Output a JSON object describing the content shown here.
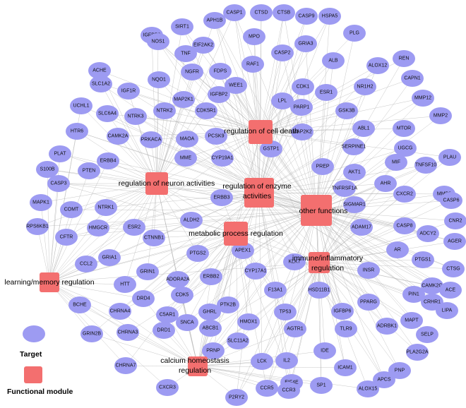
{
  "colors": {
    "target": "#9d9bf2",
    "module": "#f36f6f",
    "edge": "#b4b4b4"
  },
  "legend": {
    "target_label": "Target",
    "module_label": "Functional module"
  },
  "modules": [
    "regulation of cell death",
    "regulation of neuron activities",
    "regulation of enzyme activities",
    "other functions",
    "metabolic process regulation",
    "immune/inflammatory regulation",
    "learning/memory regulation",
    "calcium homeostasis regulation"
  ],
  "targets": [
    "CASP1",
    "CTSD",
    "CTSB",
    "CASP9",
    "HSPA5",
    "SIRT1",
    "APH1B",
    "IGFBP3",
    "EIF2AK2",
    "MPO",
    "GRIA3",
    "PLG",
    "NOS1",
    "TNF",
    "CASP2",
    "ALB",
    "REN",
    "RAF1",
    "ALOX12",
    "ACHE",
    "FDPS",
    "NQO1",
    "NGFR",
    "IGFBP2",
    "WEE1",
    "CDK1",
    "CAPN1",
    "SLC1A2",
    "IGF1R",
    "MAP2K1",
    "LPL",
    "ESR1",
    "NR1H2",
    "MMP12",
    "UCHL1",
    "SLC6A4",
    "NTRK3",
    "NTRK2",
    "CDK5R1",
    "PARP1",
    "GSK3B",
    "MMP2",
    "HTR6",
    "CAMK2A",
    "PRKACA",
    "MAOA",
    "PCSK9",
    "MAP2K2",
    "ABL1",
    "MTOR",
    "MME",
    "CYP19A1",
    "GSTP1",
    "SERPINE1",
    "UGCG",
    "PLAU",
    "PLAT",
    "ERBB4",
    "S100B",
    "PTEN",
    "CASP3",
    "PREP",
    "MIF",
    "TNFSF10",
    "AKT1",
    "AHR",
    "MMP9",
    "MAPK1",
    "COMT",
    "NTRK1",
    "ERBB3",
    "TNFRSF1A",
    "CXCR2",
    "CASP6",
    "RPS6KB1",
    "HMGCR",
    "ESR2",
    "SIGMAR1",
    "CFTR",
    "ALDH2",
    "ADAM17",
    "CASP8",
    "CNR2",
    "CTNNB1",
    "ADCY2",
    "AGER",
    "CCL2",
    "GRIA1",
    "PTGS2",
    "APEX1",
    "KLK7",
    "AR",
    "PTGS1",
    "HTT",
    "GRIN1",
    "ADORA2A",
    "ERBB2",
    "CYP17A1",
    "INSR",
    "CTSG",
    "CAMK2G",
    "PIN1",
    "ACE",
    "F13A1",
    "HSD11B1",
    "DRD4",
    "CDK5",
    "BCHE",
    "CHRNA4",
    "GHRL",
    "SNCA",
    "CRHR1",
    "C5AR1",
    "IGFBP6",
    "PPARG",
    "LIPA",
    "PTK2B",
    "TP53",
    "MAPT",
    "DRD1",
    "ABCB1",
    "HMOX1",
    "AGTR1",
    "GRIN2B",
    "CHRNA3",
    "SLC11A2",
    "TLR9",
    "ADRBK1",
    "SELP",
    "CHRNA7",
    "PRNP",
    "IDE",
    "LCK",
    "IL2",
    "PLA2G2A",
    "EIF4E",
    "ICAM1",
    "PNP",
    "APCS",
    "CXCR3",
    "CCR5",
    "CCR3",
    "SP1",
    "ALOX15",
    "P2RY2"
  ]
}
